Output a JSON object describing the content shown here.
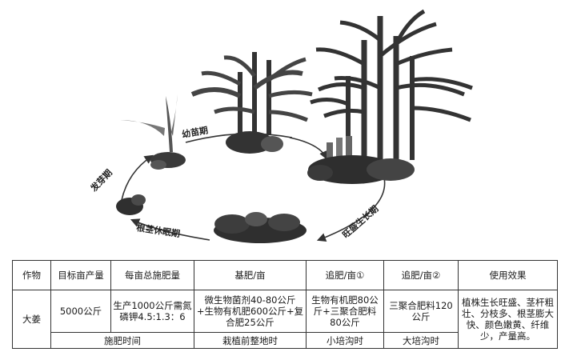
{
  "illustration": {
    "stages": [
      {
        "label": "发芽期"
      },
      {
        "label": "幼苗期"
      },
      {
        "label": "旺盛生长期"
      },
      {
        "label": "根茎休眠期"
      }
    ]
  },
  "table": {
    "headers": [
      "作物",
      "目标亩产量",
      "每亩总施肥量",
      "基肥/亩",
      "追肥/亩①",
      "追肥/亩②",
      "使用效果"
    ],
    "row": {
      "crop": "大姜",
      "target_yield": "5000公斤",
      "total_fertilizer": "生产1000公斤需氮磷钾4.5:1.3：6",
      "base_fertilizer": "微生物菌剂40-80公斤+生物有机肥600公斤+复合肥25公斤",
      "topdress_1": "生物有机肥80公斤+三聚合肥料80公斤",
      "topdress_2": "三聚合肥料120公斤",
      "effect": "植株生长旺盛、茎杆粗壮、分枝多、根茎膨大快、颜色嫩黄、纤维少，产量高。"
    },
    "footer": {
      "label": "施肥时间",
      "base_time": "栽植前整地时",
      "topdress_1_time": "小培沟时",
      "topdress_2_time": "大培沟时"
    }
  }
}
